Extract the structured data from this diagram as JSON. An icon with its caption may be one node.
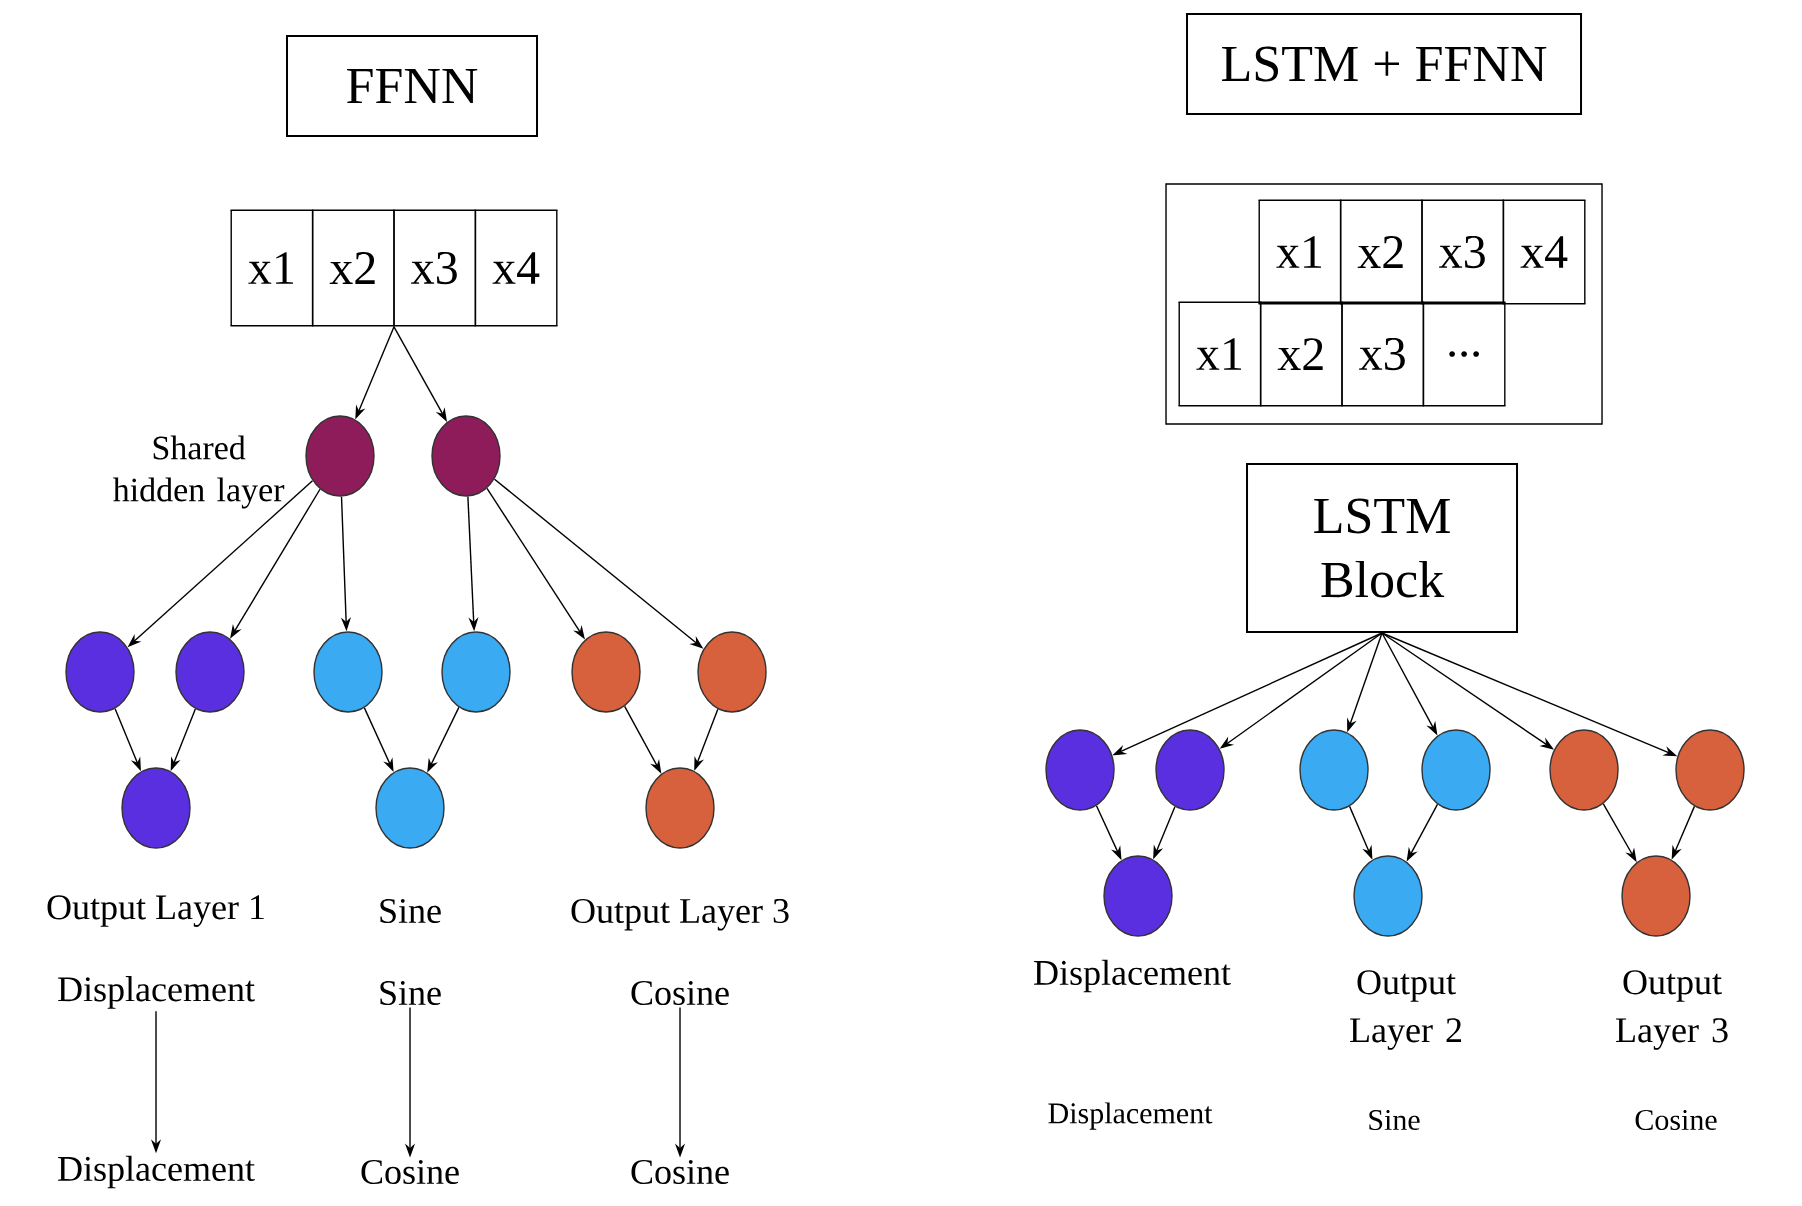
{
  "diagram": {
    "nodes": [
      {
        "text": [
          "FFNN"
        ]
      },
      {
        "text": [
          "x1",
          "x2",
          "x3",
          "x4"
        ]
      },
      {
        "text": [],
        "shape": "circle",
        "beside": [
          "Shared hidden layer"
        ]
      },
      {
        "text": [],
        "shape": "circle"
      },
      {
        "text": [],
        "shape": "circle"
      },
      {
        "text": [],
        "shape": "circle"
      },
      {
        "text": [],
        "shape": "circle"
      },
      {
        "text": [],
        "shape": "circle"
      },
      {
        "text": [],
        "shape": "circle"
      },
      {
        "text": [],
        "shape": "circle"
      },
      {
        "text": [],
        "shape": "circle"
      },
      {
        "text": [],
        "shape": "circle"
      },
      {
        "text": [],
        "shape": "circle"
      },
      {
        "text": [
          "Output Layer 1",
          "Displacement"
        ]
      },
      {
        "text": [
          "Sine",
          "Sine"
        ]
      },
      {
        "text": [
          "Output Layer 3",
          "Cosine"
        ]
      },
      {
        "text": [
          "Displacement"
        ]
      },
      {
        "text": [
          "Cosine"
        ]
      },
      {
        "text": [
          "Cosine"
        ]
      },
      {
        "text": [
          "LSTM + FFNN"
        ]
      },
      {
        "text": [],
        "shape": "box"
      },
      {
        "text": [
          "x1",
          "x2",
          "x3",
          "x4"
        ],
        "in": 20
      },
      {
        "text": [
          "x1",
          "x2",
          "x3",
          "..."
        ],
        "in": 20
      },
      {
        "text": [
          "LSTM Block"
        ]
      },
      {
        "text": [],
        "shape": "circle"
      },
      {
        "text": [],
        "shape": "circle"
      },
      {
        "text": [],
        "shape": "circle"
      },
      {
        "text": [],
        "shape": "circle"
      },
      {
        "text": [],
        "shape": "circle"
      },
      {
        "text": [],
        "shape": "circle"
      },
      {
        "text": [],
        "shape": "circle",
        "beside": [
          "Displacement"
        ]
      },
      {
        "text": [],
        "shape": "circle",
        "beside": [
          "Output Layer 2"
        ]
      },
      {
        "text": [],
        "shape": "circle",
        "beside": [
          "Output Layer 3"
        ]
      }
    ],
    "edges": [
      {
        "from": 1,
        "to": 2,
        "arrow": "to"
      },
      {
        "from": 1,
        "to": 3,
        "arrow": "to"
      },
      {
        "from": 2,
        "to": 4,
        "arrow": "to"
      },
      {
        "from": 2,
        "to": 5,
        "arrow": "to"
      },
      {
        "from": 2,
        "to": 6,
        "arrow": "to"
      },
      {
        "from": 3,
        "to": 7,
        "arrow": "to"
      },
      {
        "from": 3,
        "to": 8,
        "arrow": "to"
      },
      {
        "from": 3,
        "to": 9,
        "arrow": "to"
      },
      {
        "from": 4,
        "to": 10,
        "arrow": "to"
      },
      {
        "from": 5,
        "to": 10,
        "arrow": "to"
      },
      {
        "from": 6,
        "to": 11,
        "arrow": "to"
      },
      {
        "from": 7,
        "to": 11,
        "arrow": "to"
      },
      {
        "from": 8,
        "to": 12,
        "arrow": "to"
      },
      {
        "from": 9,
        "to": 12,
        "arrow": "to"
      },
      {
        "from": 13,
        "to": 16,
        "arrow": "to"
      },
      {
        "from": 14,
        "to": 17,
        "arrow": "to"
      },
      {
        "from": 15,
        "to": 18,
        "arrow": "to"
      },
      {
        "from": 23,
        "to": 24,
        "arrow": "to"
      },
      {
        "from": 23,
        "to": 25,
        "arrow": "to"
      },
      {
        "from": 23,
        "to": 26,
        "arrow": "to"
      },
      {
        "from": 23,
        "to": 27,
        "arrow": "to"
      },
      {
        "from": 23,
        "to": 28,
        "arrow": "to"
      },
      {
        "from": 23,
        "to": 29,
        "arrow": "to"
      },
      {
        "from": 24,
        "to": 30,
        "arrow": "to"
      },
      {
        "from": 25,
        "to": 30,
        "arrow": "to"
      },
      {
        "from": 26,
        "to": 31,
        "arrow": "to"
      },
      {
        "from": 27,
        "to": 31,
        "arrow": "to"
      },
      {
        "from": 28,
        "to": 32,
        "arrow": "to"
      },
      {
        "from": 29,
        "to": 32,
        "arrow": "to"
      }
    ],
    "labels": [
      "Displacement",
      "Sine",
      "Cosine"
    ]
  }
}
